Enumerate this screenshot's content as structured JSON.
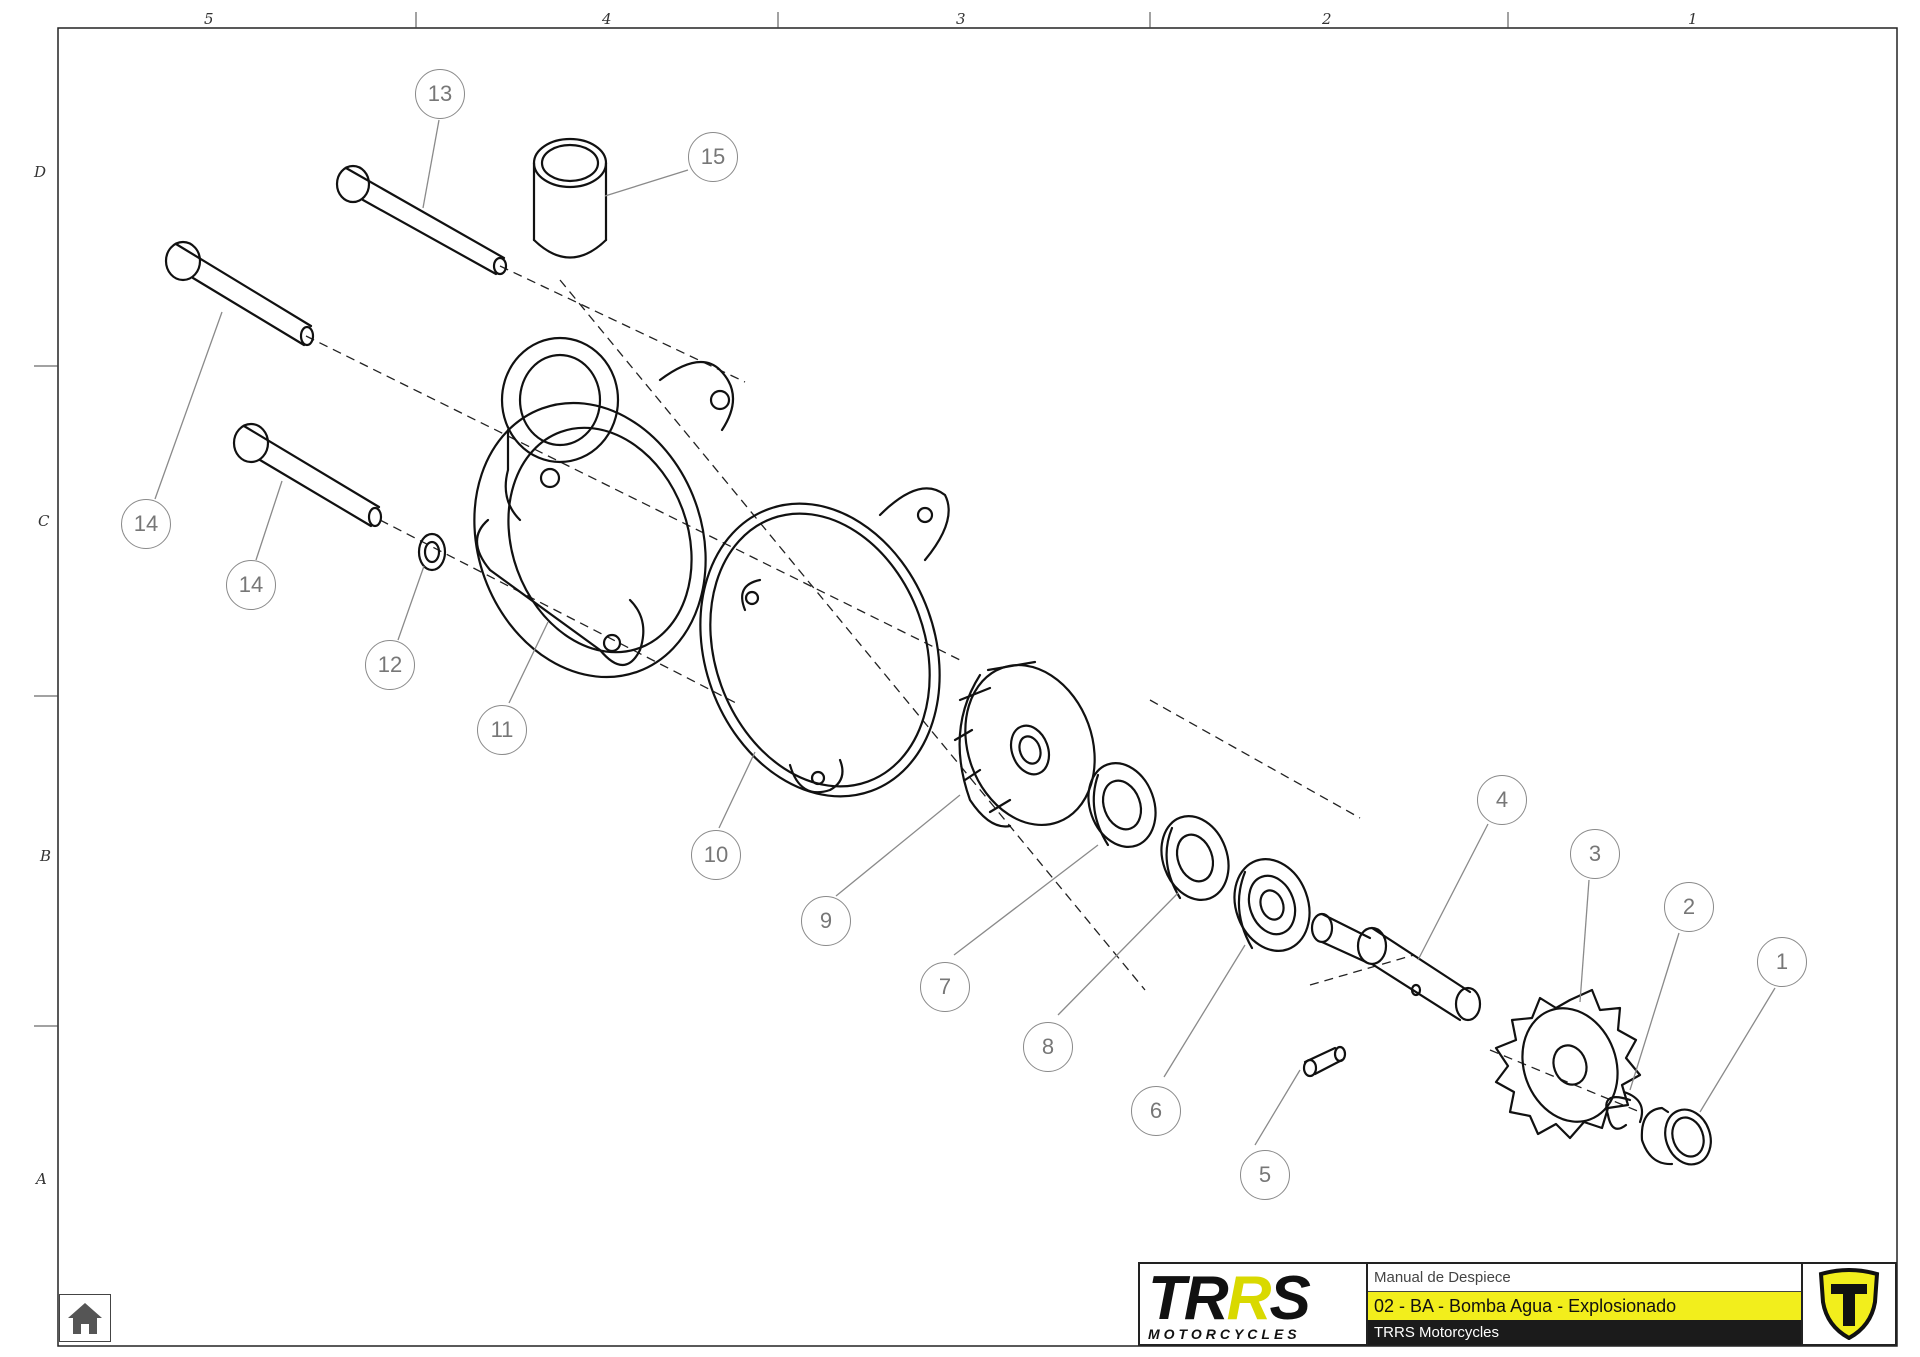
{
  "zones": {
    "columns": [
      "5",
      "4",
      "3",
      "2",
      "1"
    ],
    "rows": [
      "D",
      "C",
      "B",
      "A"
    ]
  },
  "callouts": [
    "13",
    "15",
    "14",
    "14",
    "12",
    "11",
    "10",
    "9",
    "7",
    "8",
    "6",
    "5",
    "4",
    "3",
    "2",
    "1"
  ],
  "title_block": {
    "brand_main_a": "TR",
    "brand_main_b": "R",
    "brand_main_c": "S",
    "brand_sub": "MOTORCYCLES",
    "doc_type": "Manual de Despiece",
    "drawing_title": "02 - BA - Bomba Agua - Explosionado",
    "company": "TRRS Motorcycles"
  },
  "colors": {
    "title_highlight": "#f2ee1c",
    "emblem_yellow": "#f2ee1c",
    "line": "#111111",
    "callout": "#8a8a8a"
  },
  "icons": {
    "home": "home-icon",
    "emblem": "trrs-shield-icon"
  }
}
